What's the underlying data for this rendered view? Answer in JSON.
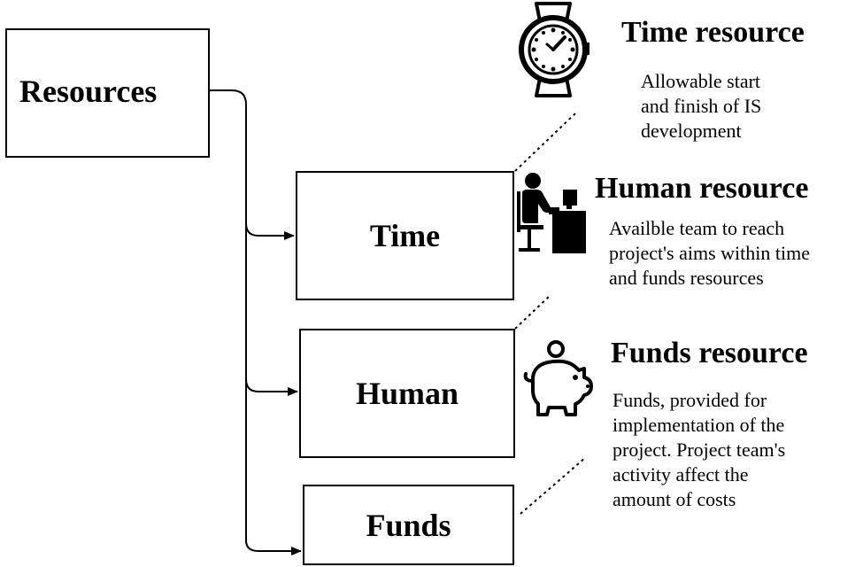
{
  "nodes": {
    "resources": "Resources",
    "time": "Time",
    "human": "Human",
    "funds": "Funds"
  },
  "details": {
    "time": {
      "title": "Time resource",
      "lines": [
        "Allowable start",
        "and finish of IS",
        "development"
      ],
      "icon": "watch-icon"
    },
    "human": {
      "title": "Human resource",
      "lines": [
        "Availble team to reach",
        "project's aims within time",
        "and funds resources"
      ],
      "icon": "worker-icon"
    },
    "funds": {
      "title": "Funds resource",
      "lines": [
        "Funds, provided for",
        "implementation of the",
        "project. Project team's",
        "activity affect the",
        "amount of costs"
      ],
      "icon": "piggy-bank-icon"
    }
  }
}
